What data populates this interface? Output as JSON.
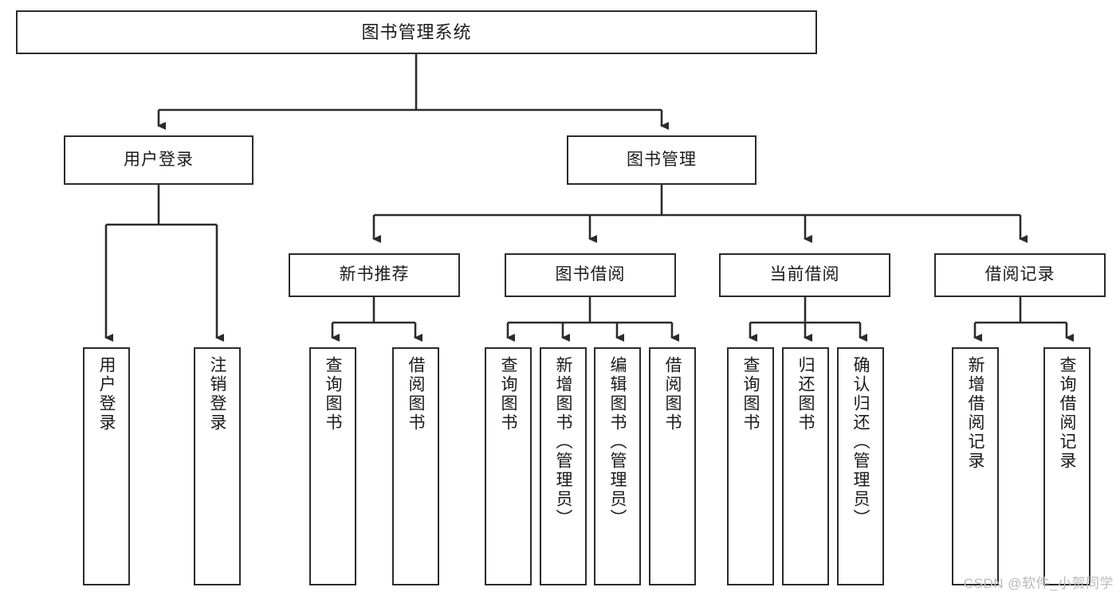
{
  "diagram": {
    "title": "图书管理系统",
    "type": "tree-hierarchy-flowchart",
    "root": {
      "id": "root",
      "label": "图书管理系统"
    },
    "level1": [
      {
        "id": "user-login",
        "label": "用户登录"
      },
      {
        "id": "book-manage",
        "label": "图书管理"
      }
    ],
    "level2": [
      {
        "id": "new-book-rec",
        "label": "新书推荐",
        "parent": "book-manage"
      },
      {
        "id": "book-borrow",
        "label": "图书借阅",
        "parent": "book-manage"
      },
      {
        "id": "current-borrow",
        "label": "当前借阅",
        "parent": "book-manage"
      },
      {
        "id": "borrow-record",
        "label": "借阅记录",
        "parent": "book-manage"
      }
    ],
    "leaves": [
      {
        "id": "leaf-user-login",
        "label": "用户登录",
        "parent": "user-login"
      },
      {
        "id": "leaf-user-logout",
        "label": "注销登录",
        "parent": "user-login"
      },
      {
        "id": "leaf-query-book-1",
        "label": "查询图书",
        "parent": "new-book-rec"
      },
      {
        "id": "leaf-borrow-book-1",
        "label": "借阅图书",
        "parent": "new-book-rec"
      },
      {
        "id": "leaf-query-book-2",
        "label": "查询图书",
        "parent": "book-borrow"
      },
      {
        "id": "leaf-add-book",
        "label": "新增图书（管理员）",
        "parent": "book-borrow"
      },
      {
        "id": "leaf-edit-book",
        "label": "编辑图书（管理员）",
        "parent": "book-borrow"
      },
      {
        "id": "leaf-borrow-book-2",
        "label": "借阅图书",
        "parent": "book-borrow"
      },
      {
        "id": "leaf-query-book-3",
        "label": "查询图书",
        "parent": "current-borrow"
      },
      {
        "id": "leaf-return-book",
        "label": "归还图书",
        "parent": "current-borrow"
      },
      {
        "id": "leaf-confirm-return",
        "label": "确认归还（管理员）",
        "parent": "current-borrow"
      },
      {
        "id": "leaf-add-record",
        "label": "新增借阅记录",
        "parent": "borrow-record"
      },
      {
        "id": "leaf-query-record",
        "label": "查询借阅记录",
        "parent": "borrow-record"
      }
    ],
    "watermark": "CSDN @软件_小贺同学",
    "colors": {
      "stroke": "#2b2b2b",
      "fill": "#ffffff",
      "text": "#1a1a1a",
      "watermark": "#b9b9b9"
    }
  }
}
